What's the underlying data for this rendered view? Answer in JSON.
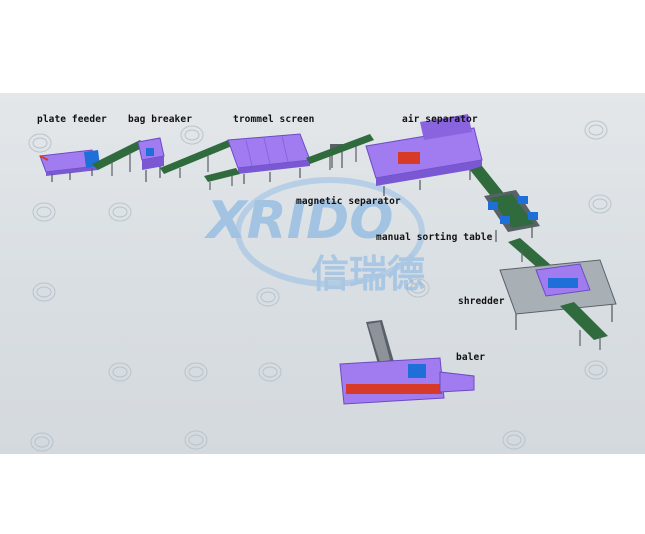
{
  "labels": {
    "plate_feeder": "plate feeder",
    "bag_breaker": "bag breaker",
    "trommel_screen": "trommel screen",
    "air_separator": "air separator",
    "magnetic_separator": "magnetic separator",
    "manual_sorting_table": "manual sorting table",
    "shredder": "shredder",
    "baler": "baler"
  },
  "watermark": {
    "brand": "XRIDO",
    "chinese": "信瑞德",
    "small_mark": "XRIDO"
  },
  "colors": {
    "machine_purple": "#a07cf0",
    "machine_purple_dark": "#7a58d4",
    "conveyor_green": "#2f6b3c",
    "accent_blue": "#1e6fd8",
    "accent_red": "#d83a2a",
    "watermark_blue": "#4a90d9",
    "frame_gray": "#5a6068"
  }
}
